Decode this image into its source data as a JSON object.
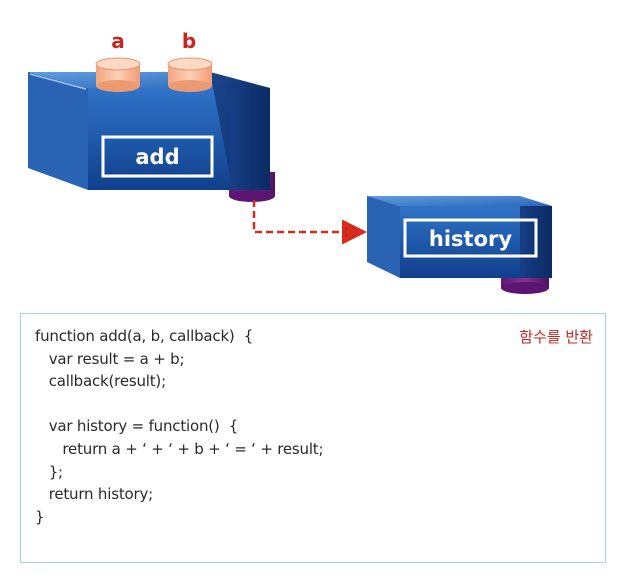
{
  "diagram": {
    "param_a": "a",
    "param_b": "b",
    "main_box_label": "add",
    "returned_box_label": "history",
    "colors": {
      "param_label": "#c8261f",
      "box_top": "#2f6fc0",
      "box_front": "#1b4fa0",
      "box_side": "#0f3275",
      "cylinder_param": "#f6b899",
      "cylinder_output": "#7a2388",
      "arrow": "#d42a20"
    }
  },
  "code": {
    "annotation": "함수를 반환",
    "lines": [
      "function add(a, b, callback)  {",
      "   var result = a + b;",
      "   callback(result);",
      "",
      "   var history = function()  {",
      "      return a + ‘ + ‘ + b + ‘ = ‘ + result;",
      "   };",
      "   return history;",
      "}"
    ]
  }
}
